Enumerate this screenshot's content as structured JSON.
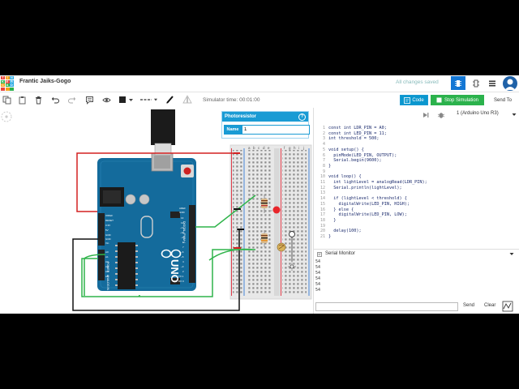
{
  "header": {
    "logo_letters": [
      "T",
      "I",
      "N",
      "K",
      "E",
      "R",
      "C",
      "A",
      "D",
      "",
      "",
      ""
    ],
    "project_title": "Frantic Jaiks-Gogo",
    "save_status": "All changes saved"
  },
  "toolbar": {
    "sim_time": "Simulator time: 00:01:00",
    "code_label": "Code",
    "stop_label": "Stop Simulation",
    "send_to_label": "Send To"
  },
  "inspector": {
    "title": "Photoresistor",
    "help": "?",
    "name_label": "Name",
    "name_value": "1"
  },
  "code_panel": {
    "device": "1 (Arduino Uno R3)",
    "lines": [
      "const int LDR_PIN = A0;",
      "const int LED_PIN = 11;",
      "int threshold = 500;",
      "",
      "void setup() {",
      "  pinMode(LED_PIN, OUTPUT);",
      "  Serial.begin(9600);",
      "}",
      "",
      "void loop() {",
      "  int lightLevel = analogRead(LDR_PIN);",
      "  Serial.println(lightLevel);",
      "",
      "  if (lightLevel < threshold) {",
      "    digitalWrite(LED_PIN, HIGH);",
      "  } else {",
      "    digitalWrite(LED_PIN, LOW);",
      "  }",
      "",
      "  delay(100);",
      "}"
    ],
    "line_numbers": [
      "1",
      "2",
      "3",
      "4",
      "5",
      "6",
      "7",
      "8",
      "9",
      "10",
      "11",
      "12",
      "13",
      "14",
      "15",
      "16",
      "17",
      "18",
      "19",
      "20",
      "21"
    ]
  },
  "serial": {
    "title": "Serial Monitor",
    "output": [
      "54",
      "54",
      "54",
      "54",
      "54",
      "54"
    ],
    "send_label": "Send",
    "clear_label": "Clear"
  },
  "board": {
    "brand": "UNO",
    "labels": [
      "DIGITAL (PWM~)",
      "ANALOG IN",
      "POWER",
      "AREF",
      "GND",
      "13",
      "12",
      "~11",
      "~10",
      "~9",
      "8",
      "7",
      "~6",
      "~5",
      "4",
      "~3",
      "2",
      "TX 1",
      "RX 0",
      "A0",
      "A1",
      "A2",
      "A3",
      "A4",
      "A5",
      "IOREF",
      "RESET",
      "3.3V",
      "5V",
      "GND",
      "GND",
      "Vin"
    ]
  },
  "breadboard": {
    "col_letters_left": [
      "a",
      "b",
      "c",
      "d",
      "e"
    ],
    "col_letters_right": [
      "f",
      "g",
      "h",
      "i",
      "j"
    ]
  },
  "colors": {
    "accent": "#1477d4",
    "code_button": "#0b97ce",
    "stop_button": "#2bb24c",
    "inspector": "#1a9bd4",
    "board": "#146b9c",
    "wire_red": "#d42020",
    "wire_green": "#2fb44a",
    "wire_black": "#111111"
  }
}
